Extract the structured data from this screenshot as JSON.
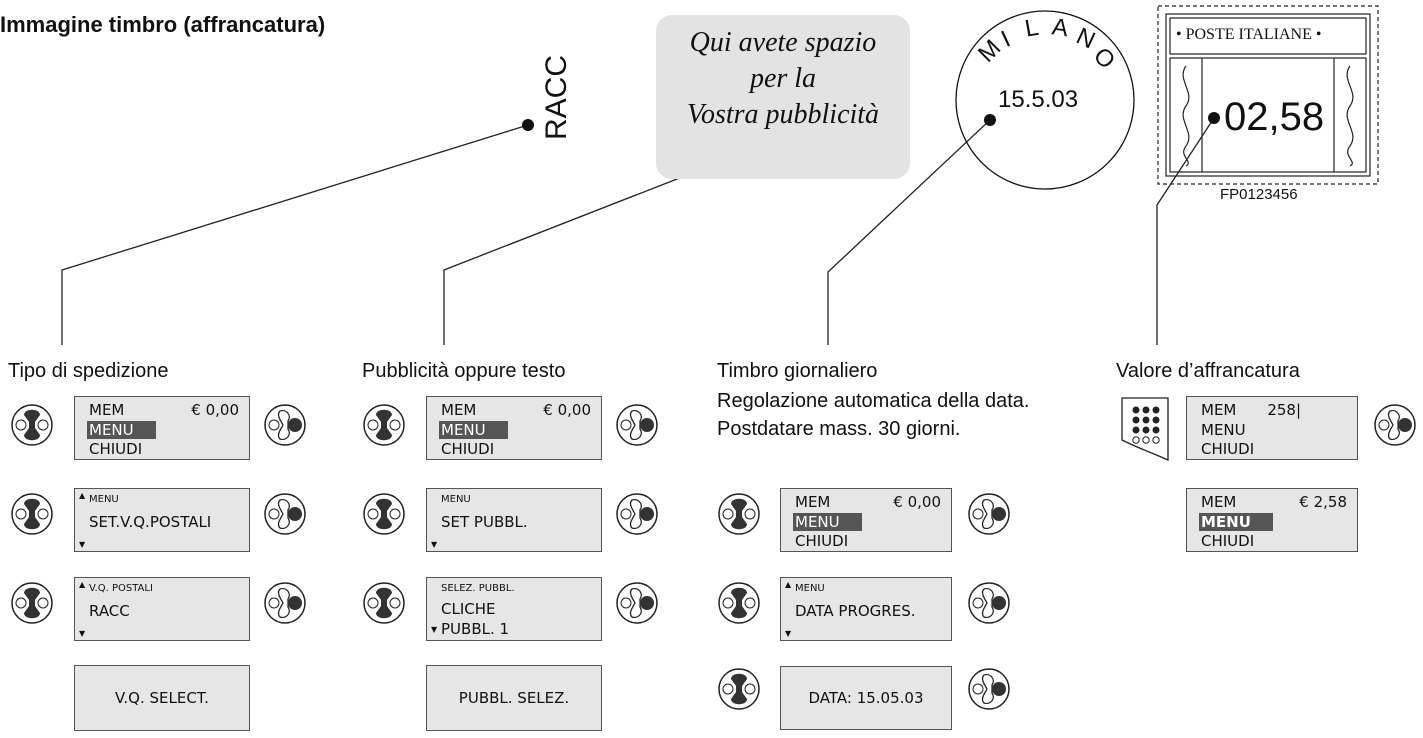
{
  "title": "Immagine timbro (affrancatura)",
  "callouts": {
    "racc": "RACC",
    "ad_lines": [
      "Qui avete spazio",
      "per la",
      "Vostra pubblicità"
    ],
    "city_letters": [
      "M",
      "I",
      "L",
      "A",
      "N",
      "O"
    ],
    "date": "15.5.03",
    "poste": "• POSTE ITALIANE •",
    "value": "02,58",
    "serial": "FP0123456"
  },
  "columns": [
    {
      "caption": "Tipo di spedizione",
      "screens": [
        {
          "rows": [
            "MEM",
            "MENU",
            "CHIUDI"
          ],
          "value": "€ 0,00"
        },
        {
          "header": "MENU",
          "main": "SET.V.Q.POSTALI"
        },
        {
          "header": "V.Q. POSTALI",
          "main": "RACC"
        },
        {
          "center": "V.Q. SELECT."
        }
      ]
    },
    {
      "caption": "Pubblicità oppure testo",
      "screens": [
        {
          "rows": [
            "MEM",
            "MENU",
            "CHIUDI"
          ],
          "value": "€ 0,00"
        },
        {
          "header": "MENU",
          "main": "SET PUBBL."
        },
        {
          "header": "SELEZ. PUBBL.",
          "main": "CLICHE",
          "third": "PUBBL. 1"
        },
        {
          "center": "PUBBL. SELEZ."
        }
      ]
    },
    {
      "caption": "Timbro giornaliero",
      "notes": [
        "Regolazione automatica della data.",
        "Postdatare mass. 30 giorni."
      ],
      "screens": [
        {
          "rows": [
            "MEM",
            "MENU",
            "CHIUDI"
          ],
          "value": "€ 0,00"
        },
        {
          "header": "MENU",
          "main": "DATA PROGRES."
        },
        {
          "center": "DATA: 15.05.03"
        }
      ]
    },
    {
      "caption": "Valore d’affrancatura",
      "screens": [
        {
          "rows": [
            "MEM",
            "MENU",
            "CHIUDI"
          ],
          "value": "258|"
        },
        {
          "rows": [
            "MEM",
            "MENU",
            "CHIUDI"
          ],
          "value": "€ 2,58"
        }
      ]
    }
  ]
}
